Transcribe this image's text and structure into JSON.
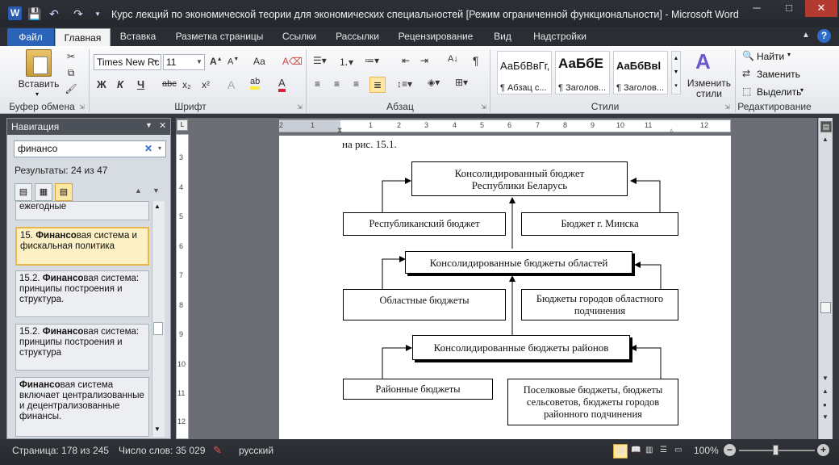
{
  "window": {
    "title": "Курс лекций по экономической теории для экономических специальностей [Режим ограниченной функциональности] - Microsoft Word",
    "minimize": "─",
    "maximize": "□",
    "close": "✕"
  },
  "tabs": {
    "file": "Файл",
    "items": [
      "Главная",
      "Вставка",
      "Разметка страницы",
      "Ссылки",
      "Рассылки",
      "Рецензирование",
      "Вид",
      "Надстройки"
    ]
  },
  "ribbon": {
    "clipboard": {
      "label": "Буфер обмена",
      "paste": "Вставить"
    },
    "font": {
      "label": "Шрифт",
      "name": "Times New Rc",
      "size": "11",
      "aa": "Аа",
      "bold": "Ж",
      "italic": "К",
      "underline": "Ч",
      "strike": "abc",
      "sub": "x₂",
      "sup": "x²"
    },
    "paragraph": {
      "label": "Абзац"
    },
    "styles": {
      "label": "Стили",
      "items": [
        {
          "sample": "АаБбВвГг,",
          "name": "¶ Абзац с..."
        },
        {
          "sample": "АаБбЕ",
          "name": "¶ Заголов..."
        },
        {
          "sample": "АаБбВвl",
          "name": "¶ Заголов..."
        }
      ],
      "change": "Изменить стили"
    },
    "editing": {
      "label": "Редактирование",
      "find": "Найти",
      "replace": "Заменить",
      "select": "Выделить"
    }
  },
  "nav": {
    "title": "Навигация",
    "search": "финансо",
    "results": "Результаты: 24 из 47",
    "items": [
      {
        "prefix": "",
        "bold": "",
        "text": "ежегодные"
      },
      {
        "prefix": "15. ",
        "bold": "Финансо",
        "text": "вая система и фискальная политика"
      },
      {
        "prefix": "15.2. ",
        "bold": "Финансо",
        "text": "вая система: принципы построения и структура."
      },
      {
        "prefix": "15.2. ",
        "bold": "Финансо",
        "text": "вая система: принципы построения и структура"
      },
      {
        "prefix": "",
        "bold": "Финансо",
        "text": "вая система включает централизованные и децентрализованные финансы."
      }
    ]
  },
  "document": {
    "intro": "на рис. 15.1.",
    "diagram": {
      "top": "Консолидированный бюджет Республики Беларусь",
      "rep": "Республиканский бюджет",
      "minsk": "Бюджет г. Минска",
      "regions": "Консолидированные бюджеты областей",
      "regional": "Областные бюджеты",
      "cities": "Бюджеты городов областного подчинения",
      "districts": "Консолидированные бюджеты районов",
      "district": "Районные бюджеты",
      "local": "Поселковые бюджеты, бюджеты сельсоветов, бюджеты городов районного подчинения"
    }
  },
  "ruler": {
    "ticks": [
      "2",
      "1",
      "1",
      "2",
      "3",
      "4",
      "5",
      "6",
      "7",
      "8",
      "9",
      "10",
      "11",
      "12"
    ],
    "vticks": [
      "3",
      "4",
      "5",
      "6",
      "7",
      "8",
      "9",
      "10",
      "11",
      "12"
    ]
  },
  "status": {
    "page": "Страница: 178 из 245",
    "words": "Число слов: 35 029",
    "lang": "русский",
    "zoom": "100%"
  }
}
